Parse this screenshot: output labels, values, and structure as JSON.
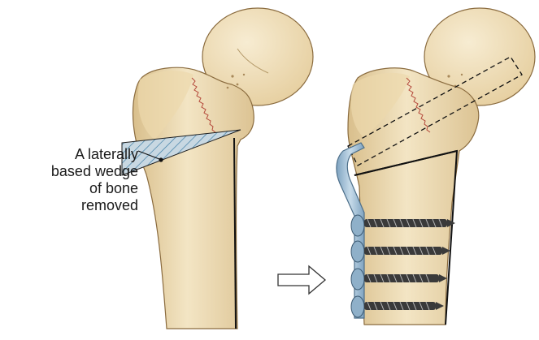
{
  "annotation": {
    "lines": [
      "A laterally",
      "based wedge",
      "of bone",
      "removed"
    ]
  },
  "colors": {
    "bone_fill": "#f0dfb8",
    "bone_shade": "#ddc48f",
    "outline": "#8a6b3e",
    "wedge_hatch": "#3f7fa6",
    "plate_fill": "#a9c4da",
    "screw_fill": "#3a3a3a"
  },
  "icons": {
    "transition": "right-arrow-icon"
  }
}
